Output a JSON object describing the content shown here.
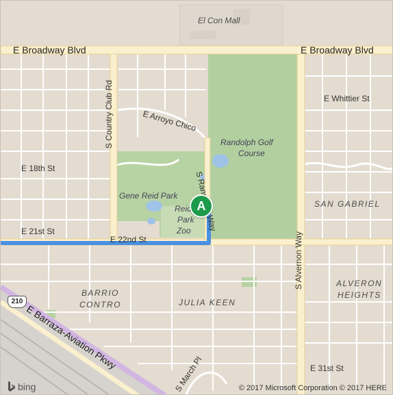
{
  "map": {
    "colors": {
      "land": "#e4dcd0",
      "street": "#ffffff",
      "arterial": "#fbf0cd",
      "arterial_edge": "#e3cf94",
      "park": "#b7d2a3",
      "golf": "#b2cfa0",
      "water": "#9ec3e6",
      "route": "#4a90e2",
      "pin": "#1d9a4a",
      "highway_stripe": "#d2b6e2"
    },
    "roads": {
      "broadway_left": "E Broadway Blvd",
      "broadway_right": "E Broadway Blvd",
      "country_club": "S Country Club Rd",
      "arroyo_chico": "E Arroyo Chico",
      "e18th": "E 18th St",
      "e21st": "E 21st St",
      "e22nd": "E 22nd St",
      "randolph": "S Randolph Way",
      "alvernon": "S Alvernon Way",
      "whittier": "E Whittier St",
      "aviation": "E Barraza-Aviation Pkwy",
      "march": "S March Pl",
      "e31st": "E 31st St"
    },
    "places": {
      "el_con_mall": "El Con Mall",
      "golf_course_line1": "Randolph Golf",
      "golf_course_line2": "Course",
      "gene_reid": "Gene Reid Park",
      "zoo_line1": "Reid",
      "zoo_line2": "Park",
      "zoo_line3": "Zoo"
    },
    "neighborhoods": {
      "san_gabriel": "SAN GABRIEL",
      "barrio_line1": "BARRIO",
      "barrio_line2": "CONTRO",
      "julia_keen": "JULIA KEEN",
      "alveron_line1": "ALVERON",
      "alveron_line2": "HEIGHTS"
    },
    "route_shield": "210",
    "pin_label": "A",
    "attribution": {
      "logo": "bing",
      "copyright": "© 2017 Microsoft Corporation © 2017 HERE"
    }
  }
}
